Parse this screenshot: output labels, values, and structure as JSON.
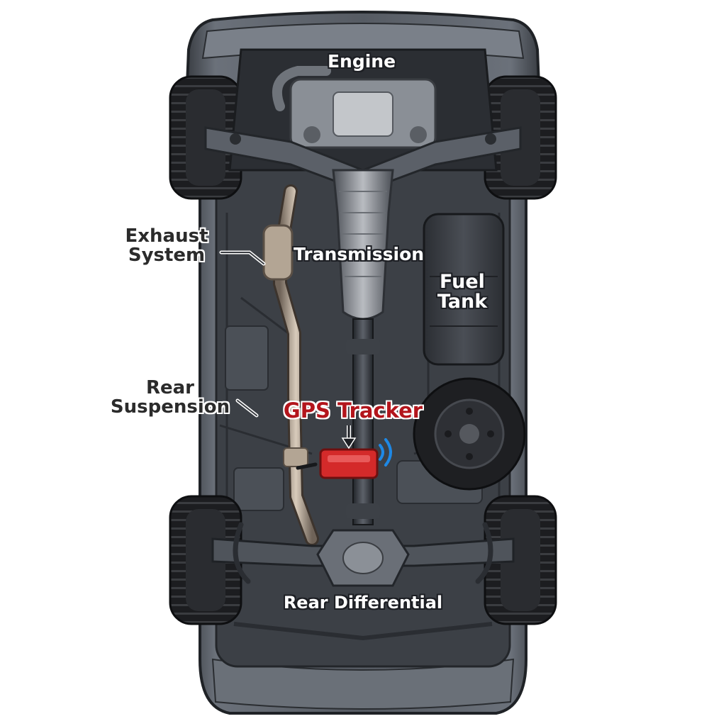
{
  "labels": {
    "engine": "Engine",
    "transmission": "Transmission",
    "exhaust": "Exhaust\nSystem",
    "fuel_tank": "Fuel\nTank",
    "rear_suspension": "Rear\nSuspension",
    "gps_tracker": "GPS Tracker",
    "rear_differential": "Rear Differential"
  },
  "colors": {
    "body": "#5d626b",
    "body_dark": "#2f3338",
    "chassis": "#3e4248",
    "tire": "#1c1d20",
    "exhaust_pipe": "#a89a8a",
    "tracker": "#d42a2a",
    "signal": "#1e88e5",
    "label_dark": "#2b2b2b",
    "label_accent": "#b3151c"
  }
}
